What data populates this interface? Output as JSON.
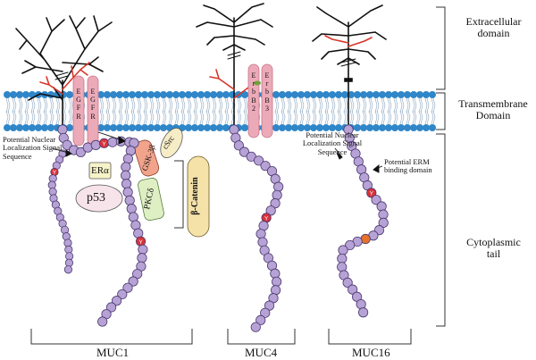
{
  "regions": {
    "extracellular_line1": "Extracellular",
    "extracellular_line2": "domain",
    "transmembrane_line1": "Transmembrane",
    "transmembrane_line2": "Domain",
    "cytoplasmic_line1": "Cytoplasmic",
    "cytoplasmic_line2": "tail"
  },
  "muc1": {
    "label": "MUC1",
    "nls_line1": "Potential Nuclear",
    "nls_line2": "Localization Signal",
    "nls_line3": "Sequence",
    "egfr1": [
      "E",
      "G",
      "F",
      "R"
    ],
    "egfr2": [
      "E",
      "G",
      "F",
      "R"
    ],
    "er_alpha": "ERα",
    "p53": "p53",
    "gsk3b": "GSK-3β",
    "pkc_delta": "PKCδ",
    "csrc": "cSrc",
    "beta_catenin": "β-Catenin",
    "bead_y": "Y"
  },
  "muc4": {
    "label": "MUC4",
    "erbb2": [
      "E",
      "r",
      "b",
      "B",
      "2"
    ],
    "erbb3": [
      "E",
      "r",
      "b",
      "B",
      "3"
    ]
  },
  "muc16": {
    "label": "MUC16",
    "nls_line1": "Potential Nuclear",
    "nls_line2": "Localization Signal",
    "nls_line3": "Sequence",
    "erm_line1": "Potential ERM",
    "erm_line2": "binding domain"
  },
  "colors": {
    "bead": "#b7a2d6",
    "bead_stroke": "#4b3a70",
    "red_bead": "#d8323a",
    "membrane_blue": "#2f86c8",
    "receptor_pink": "#ecaab8",
    "glycan_red": "#d8362a",
    "er_fill": "#f6f3c8",
    "gsk_fill": "#f1a38b",
    "pkc_fill": "#dfefc4",
    "csrc_fill": "#f6ecc6",
    "catenin_fill": "#f4e2a9"
  }
}
